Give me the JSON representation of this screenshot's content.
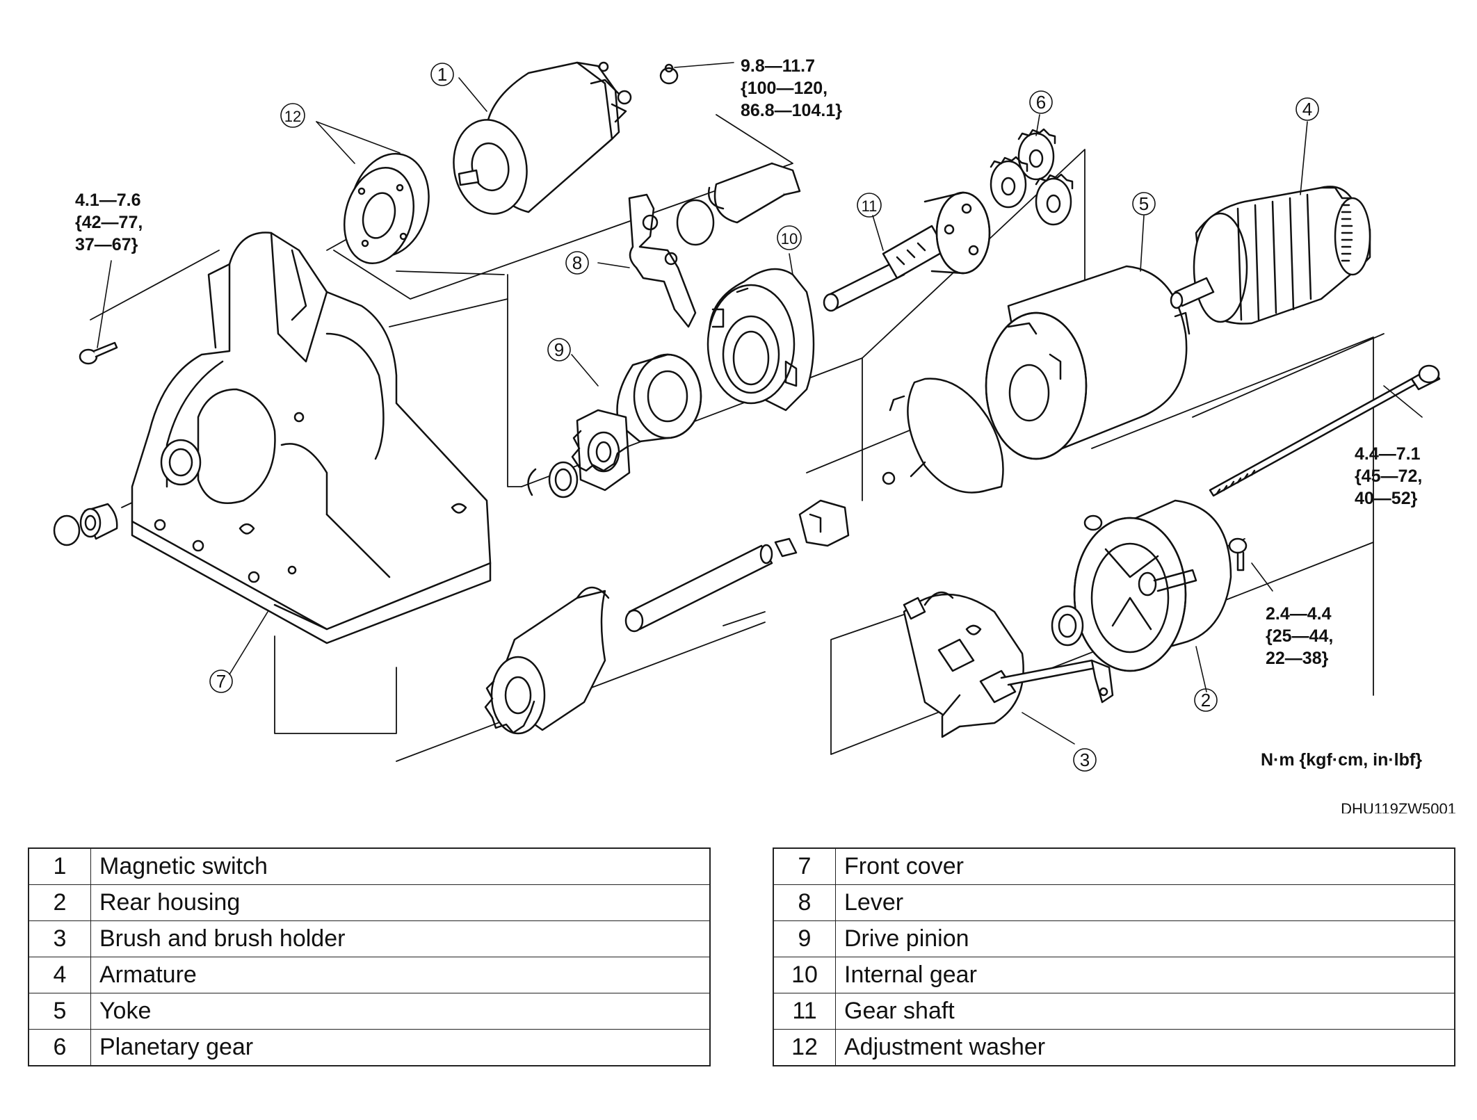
{
  "callouts": {
    "c1": "1",
    "c2": "2",
    "c3": "3",
    "c4": "4",
    "c5": "5",
    "c6": "6",
    "c7": "7",
    "c8": "8",
    "c9": "9",
    "c10": "10",
    "c11": "11",
    "c12": "12"
  },
  "torques": {
    "t1": [
      "9.8—11.7",
      "{100—120,",
      "86.8—104.1}"
    ],
    "t2": [
      "4.1—7.6",
      "{42—77,",
      "37—67}"
    ],
    "t3": [
      "4.4—7.1",
      "{45—72,",
      "40—52}"
    ],
    "t4": [
      "2.4—4.4",
      "{25—44,",
      "22—38}"
    ]
  },
  "units_label": "N·m {kgf·cm, in·lbf}",
  "figure_code": "DHU119ZW5001",
  "parts_left": [
    {
      "num": "1",
      "name": "Magnetic switch"
    },
    {
      "num": "2",
      "name": "Rear housing"
    },
    {
      "num": "3",
      "name": "Brush and brush holder"
    },
    {
      "num": "4",
      "name": "Armature"
    },
    {
      "num": "5",
      "name": "Yoke"
    },
    {
      "num": "6",
      "name": "Planetary gear"
    }
  ],
  "parts_right": [
    {
      "num": "7",
      "name": "Front cover"
    },
    {
      "num": "8",
      "name": "Lever"
    },
    {
      "num": "9",
      "name": "Drive pinion"
    },
    {
      "num": "10",
      "name": "Internal gear"
    },
    {
      "num": "11",
      "name": "Gear shaft"
    },
    {
      "num": "12",
      "name": "Adjustment washer"
    }
  ]
}
